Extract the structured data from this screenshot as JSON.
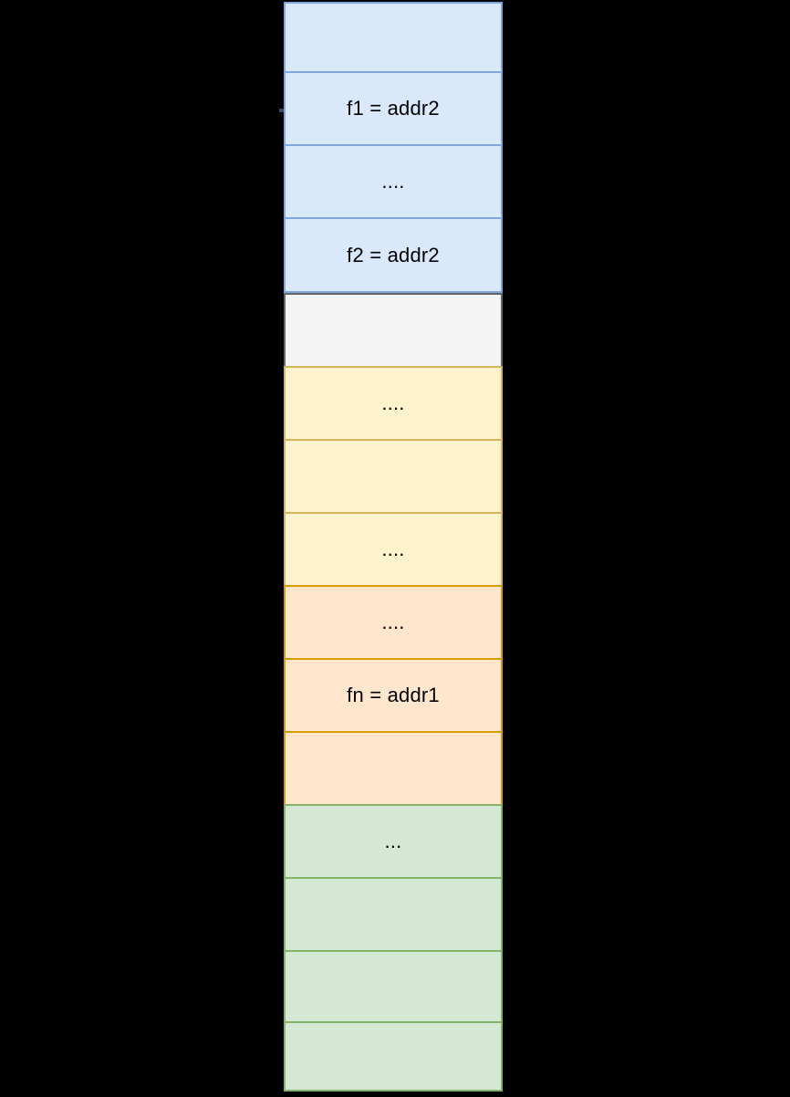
{
  "diagram": {
    "title": "memory-cell-stack",
    "background_color": "#000000",
    "ellipsis_four": "....",
    "ellipsis_three": "...",
    "palette": {
      "blue_fill": "#dae8fc",
      "blue_stroke": "#7ea6dc",
      "grey_fill": "#f4f4f4",
      "grey_stroke": "#666666",
      "yellow_fill": "#fff2cc",
      "yellow_stroke": "#d6b656",
      "orange_fill": "#ffe6cc",
      "orange_stroke": "#d79b00",
      "green_fill": "#d5e8d4",
      "green_stroke": "#82b366"
    },
    "cells": [
      {
        "id": "blue-1",
        "label": "",
        "color": "blue",
        "height": 78
      },
      {
        "id": "blue-2",
        "label": "f1 = addr2",
        "color": "blue",
        "height": 80
      },
      {
        "id": "blue-3",
        "label": "....",
        "color": "blue",
        "height": 80
      },
      {
        "id": "blue-4",
        "label": "f2 = addr2",
        "color": "blue",
        "height": 81
      },
      {
        "id": "grey-1",
        "label": "",
        "color": "grey",
        "height": 80
      },
      {
        "id": "yellow-1",
        "label": "....",
        "color": "yellow",
        "height": 80
      },
      {
        "id": "yellow-2",
        "label": "",
        "color": "yellow",
        "height": 80
      },
      {
        "id": "yellow-3",
        "label": "....",
        "color": "yellow",
        "height": 80
      },
      {
        "id": "orange-1",
        "label": "....",
        "color": "orange",
        "height": 80
      },
      {
        "id": "orange-2",
        "label": "fn = addr1",
        "color": "orange",
        "height": 80
      },
      {
        "id": "orange-3",
        "label": "",
        "color": "orange",
        "height": 80
      },
      {
        "id": "green-1",
        "label": "...",
        "color": "green",
        "height": 80
      },
      {
        "id": "green-2",
        "label": "",
        "color": "green",
        "height": 80
      },
      {
        "id": "green-3",
        "label": "",
        "color": "green",
        "height": 78
      },
      {
        "id": "green-4",
        "label": "",
        "color": "green",
        "height": 77
      }
    ]
  }
}
